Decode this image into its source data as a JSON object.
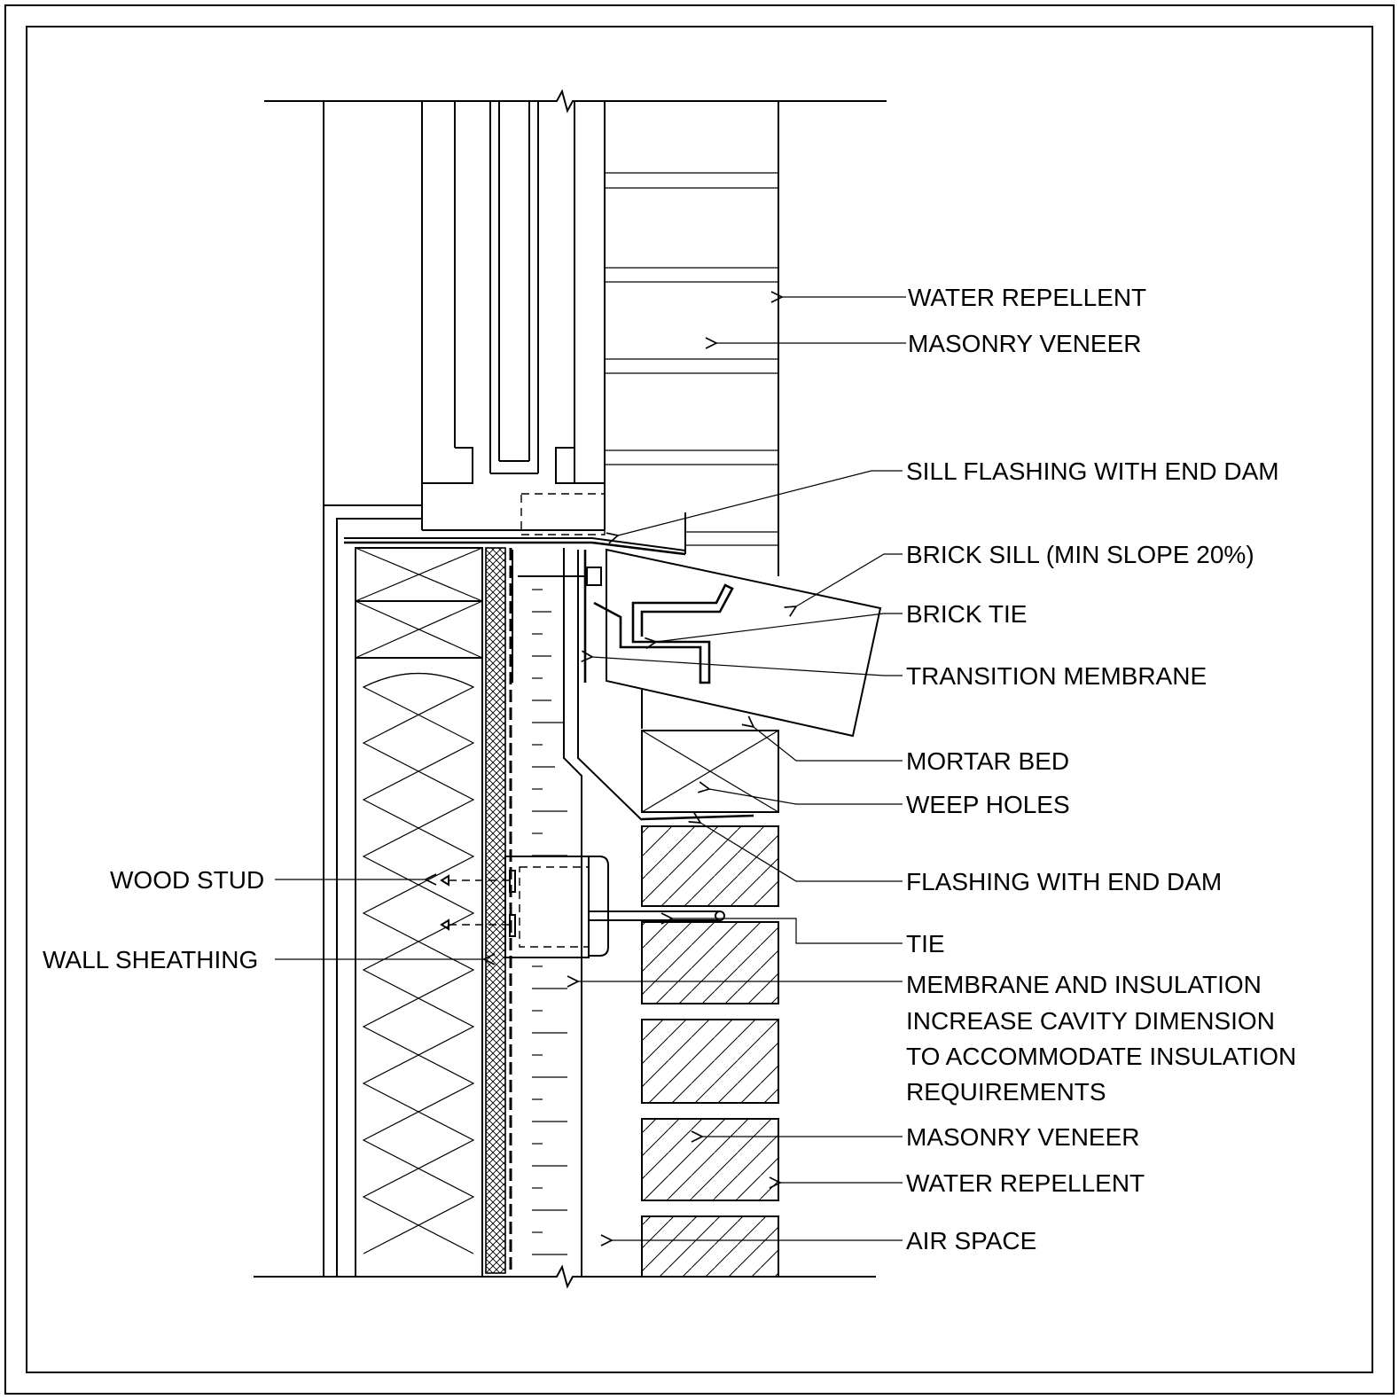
{
  "labels": {
    "water_repellent_top": "WATER REPELLENT",
    "masonry_veneer_top": "MASONRY VENEER",
    "sill_flashing": "SILL FLASHING WITH END DAM",
    "brick_sill": "BRICK SILL (MIN SLOPE 20%)",
    "brick_tie": "BRICK TIE",
    "transition_membrane": "TRANSITION MEMBRANE",
    "mortar_bed": "MORTAR BED",
    "weep_holes": "WEEP HOLES",
    "flashing_end_dam": "FLASHING WITH END DAM",
    "tie": "TIE",
    "membrane_insulation": [
      "MEMBRANE AND INSULATION",
      "INCREASE CAVITY DIMENSION",
      "TO ACCOMMODATE INSULATION",
      "REQUIREMENTS"
    ],
    "masonry_veneer_bottom": "MASONRY VENEER",
    "water_repellent_bottom": "WATER REPELLENT",
    "air_space": "AIR SPACE",
    "wood_stud": "WOOD STUD",
    "wall_sheathing": "WALL SHEATHING"
  }
}
